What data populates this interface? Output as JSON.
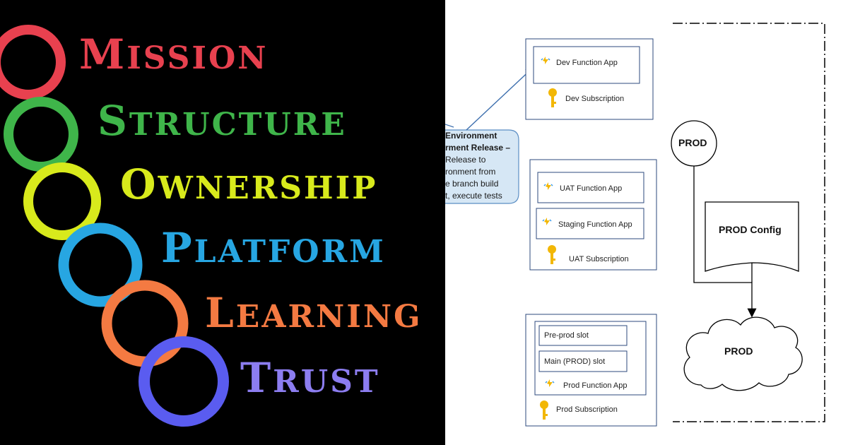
{
  "left_words": [
    {
      "cap": "M",
      "rest": "ISSION",
      "color": "#e8414f"
    },
    {
      "cap": "S",
      "rest": "TRUCTURE",
      "color": "#3fb54a"
    },
    {
      "cap": "O",
      "rest": "WNERSHIP",
      "color": "#d8ea1c"
    },
    {
      "cap": "P",
      "rest": "LATFORM",
      "color": "#27a6e2"
    },
    {
      "cap": "L",
      "rest": "EARNING",
      "color": "#f47a42"
    },
    {
      "cap": "T",
      "rest": "RUST",
      "color": "#8c7df0"
    }
  ],
  "diagram": {
    "note_lines": [
      "Environment",
      "rment Release –",
      "Release to",
      "ronment from",
      "e branch build",
      "t, execute tests"
    ],
    "note_bold_lines": 2,
    "dev": {
      "app": "Dev Function App",
      "subscription": "Dev Subscription"
    },
    "uat": {
      "app1": "UAT Function App",
      "app2": "Staging Function App",
      "subscription": "UAT Subscription"
    },
    "prod_group": {
      "slot1": "Pre-prod slot",
      "slot2": "Main (PROD) slot",
      "app": "Prod Function App",
      "subscription": "Prod Subscription"
    },
    "prod_circle": "PROD",
    "prod_config": "PROD Config",
    "prod_cloud": "PROD"
  },
  "colors": {
    "note_fill": "#d6e7f5",
    "note_border": "#5b8ec4",
    "arrow": "#3d6fae",
    "box_border": "#2c4a7c",
    "key": "#f2b705"
  }
}
